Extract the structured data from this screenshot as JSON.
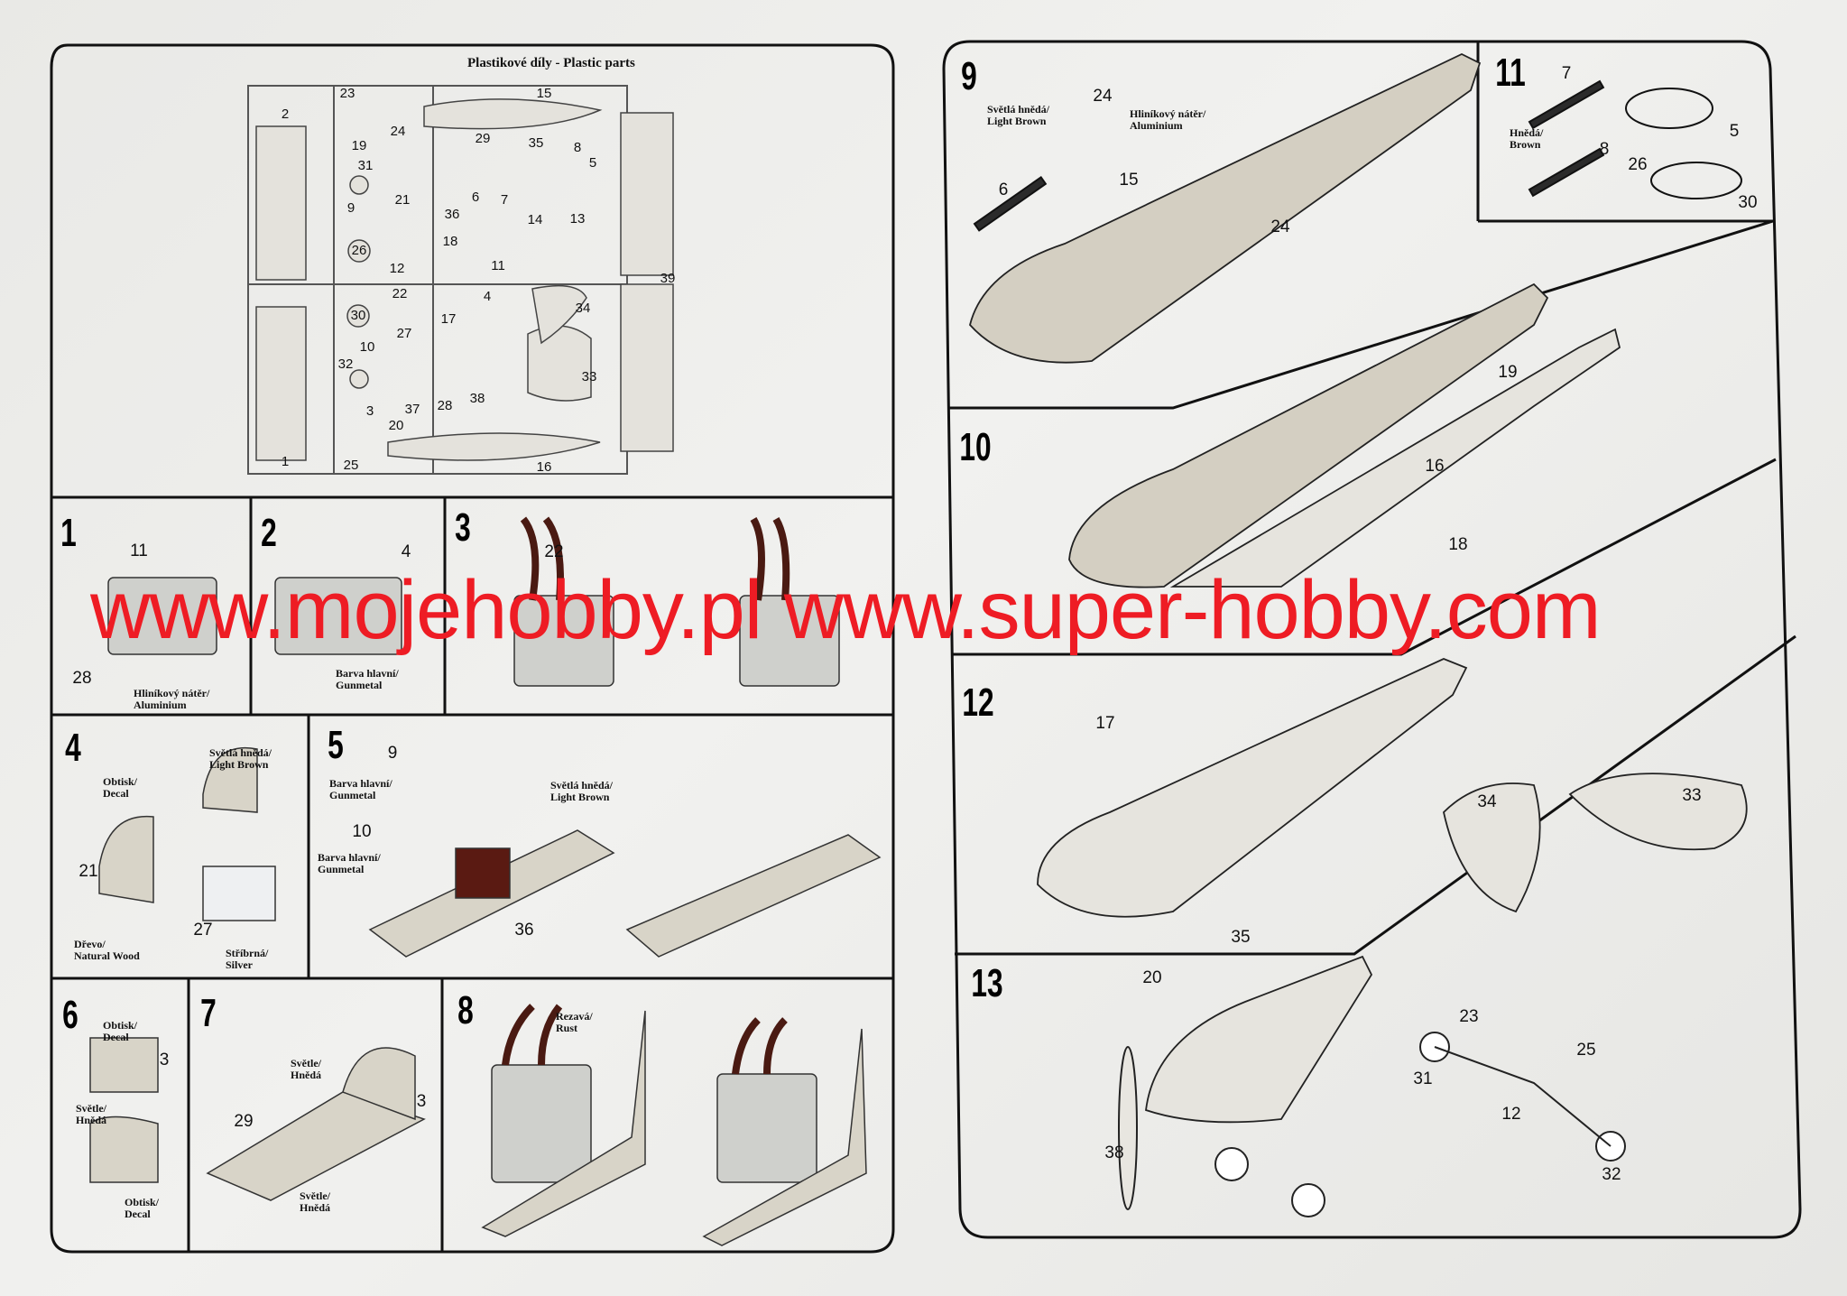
{
  "sprue": {
    "title": "Plastikové díly - Plastic parts",
    "parts": [
      "2",
      "23",
      "15",
      "24",
      "19",
      "31",
      "29",
      "35",
      "8",
      "5",
      "9",
      "21",
      "6",
      "7",
      "36",
      "14",
      "13",
      "26",
      "18",
      "12",
      "11",
      "39",
      "22",
      "4",
      "34",
      "30",
      "17",
      "27",
      "10",
      "32",
      "33",
      "38",
      "28",
      "37",
      "3",
      "20",
      "1",
      "25",
      "16"
    ]
  },
  "steps": {
    "s1": {
      "number": "1",
      "parts": [
        "11",
        "28"
      ],
      "paint": "Hliníkový nátěr/\nAluminium"
    },
    "s2": {
      "number": "2",
      "parts": [
        "4"
      ],
      "paint": "Barva hlavní/\nGunmetal"
    },
    "s3": {
      "number": "3",
      "parts": [
        "22"
      ]
    },
    "s4": {
      "number": "4",
      "parts": [
        "21",
        "27"
      ],
      "decal": "Obtisk/\nDecal",
      "paint_seat": "Světlá hnědá/\nLight Brown",
      "paint_wood": "Dřevo/\nNatural Wood",
      "paint_silver": "Stříbrná/\nSilver"
    },
    "s5": {
      "number": "5",
      "parts": [
        "9",
        "10",
        "36"
      ],
      "paint_9": "Barva hlavní/\nGunmetal",
      "paint_10": "Barva hlavní/\nGunmetal",
      "paint_seat": "Světlá hnědá/\nLight Brown"
    },
    "s6": {
      "number": "6",
      "parts": [
        "3"
      ],
      "decal_top": "Obtisk/\nDecal",
      "paint": "Světle/\nHnědá",
      "decal_bottom": "Obtisk/\nDecal"
    },
    "s7": {
      "number": "7",
      "parts": [
        "3",
        "29"
      ],
      "paint_top": "Světle/\nHnědá",
      "paint_bottom": "Světle/\nHnědá"
    },
    "s8": {
      "number": "8",
      "paint": "Rezavá/\nRust"
    },
    "s9": {
      "number": "9",
      "parts": [
        "24",
        "6",
        "15",
        "24"
      ],
      "paint_brown": "Světlá hnědá/\nLight Brown",
      "paint_alu": "Hliníkový nátěr/\nAluminium"
    },
    "s10": {
      "number": "10",
      "parts": [
        "19",
        "16",
        "18"
      ]
    },
    "s11": {
      "number": "11",
      "parts": [
        "7",
        "8",
        "5",
        "26",
        "30"
      ],
      "paint": "Hnědá/\nBrown"
    },
    "s12": {
      "number": "12",
      "parts": [
        "17",
        "34",
        "33"
      ]
    },
    "s13": {
      "number": "13",
      "parts": [
        "35",
        "20",
        "23",
        "25",
        "31",
        "12",
        "38",
        "32"
      ]
    }
  },
  "watermark": "www.mojehobby.pl www.super-hobby.com",
  "colors": {
    "watermark": "#ee1c24",
    "frame": "#111111",
    "part_fill": "#d6d2c6",
    "rust": "#5a1a12"
  }
}
